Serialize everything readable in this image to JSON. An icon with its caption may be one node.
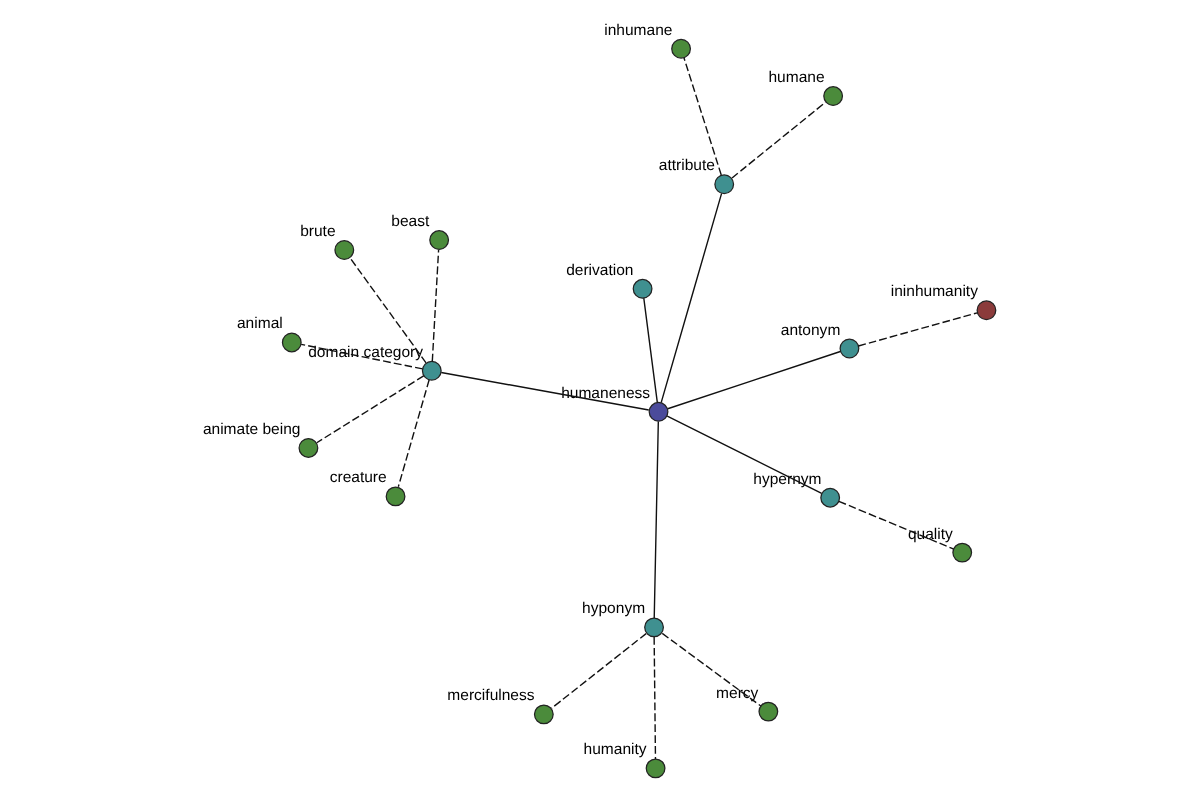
{
  "diagram": {
    "nodes": [
      {
        "text": [],
        "shape": "circle",
        "beside": [
          "animate being"
        ]
      },
      {
        "text": [],
        "shape": "circle",
        "beside": [
          "beast"
        ]
      },
      {
        "text": [],
        "shape": "circle",
        "beside": [
          "humanity"
        ]
      },
      {
        "text": [],
        "shape": "circle",
        "beside": [
          "brute"
        ]
      },
      {
        "text": [],
        "shape": "circle",
        "beside": [
          "mercy"
        ]
      },
      {
        "text": [],
        "shape": "circle",
        "beside": [
          "mercifulness"
        ]
      },
      {
        "text": [],
        "shape": "circle",
        "beside": [
          "domain category"
        ]
      },
      {
        "text": [],
        "shape": "circle",
        "beside": [
          "quality"
        ]
      },
      {
        "text": [],
        "shape": "circle",
        "beside": [
          "hyponym"
        ]
      },
      {
        "text": [],
        "shape": "circle",
        "beside": [
          "creature"
        ]
      },
      {
        "text": [],
        "shape": "circle",
        "beside": [
          "hypernym"
        ]
      },
      {
        "text": [],
        "shape": "circle",
        "beside": [
          "animal"
        ]
      },
      {
        "text": [],
        "shape": "circle",
        "beside": [
          "humaneness"
        ]
      },
      {
        "text": [],
        "shape": "circle",
        "beside": [
          "humane"
        ]
      },
      {
        "text": [],
        "shape": "circle",
        "beside": [
          "derivation"
        ]
      },
      {
        "text": [],
        "shape": "circle",
        "beside": [
          "attribute"
        ]
      },
      {
        "text": [],
        "shape": "circle",
        "beside": [
          "antonym"
        ]
      },
      {
        "text": [],
        "shape": "circle",
        "beside": [
          "ininhumanity"
        ]
      },
      {
        "text": [],
        "shape": "circle",
        "beside": [
          "inhumane"
        ]
      }
    ],
    "edges": [
      {
        "from": 12,
        "to": 8,
        "arrow": "none"
      },
      {
        "from": 12,
        "to": 6,
        "arrow": "none"
      },
      {
        "from": 12,
        "to": 10,
        "arrow": "none"
      },
      {
        "from": 12,
        "to": 14,
        "arrow": "none"
      },
      {
        "from": 12,
        "to": 15,
        "arrow": "none"
      },
      {
        "from": 12,
        "to": 16,
        "arrow": "none"
      },
      {
        "from": 8,
        "to": 4,
        "arrow": "none",
        "style": "dashed"
      },
      {
        "from": 8,
        "to": 5,
        "arrow": "none",
        "style": "dashed"
      },
      {
        "from": 8,
        "to": 2,
        "arrow": "none",
        "style": "dashed"
      },
      {
        "from": 6,
        "to": 0,
        "arrow": "none",
        "style": "dashed"
      },
      {
        "from": 6,
        "to": 1,
        "arrow": "none",
        "style": "dashed"
      },
      {
        "from": 6,
        "to": 3,
        "arrow": "none",
        "style": "dashed"
      },
      {
        "from": 6,
        "to": 9,
        "arrow": "none",
        "style": "dashed"
      },
      {
        "from": 6,
        "to": 11,
        "arrow": "none",
        "style": "dashed"
      },
      {
        "from": 10,
        "to": 7,
        "arrow": "none",
        "style": "dashed"
      },
      {
        "from": 15,
        "to": 13,
        "arrow": "none",
        "style": "dashed"
      },
      {
        "from": 15,
        "to": 18,
        "arrow": "none",
        "style": "dashed"
      },
      {
        "from": 16,
        "to": 17,
        "arrow": "none",
        "style": "dashed"
      }
    ]
  }
}
